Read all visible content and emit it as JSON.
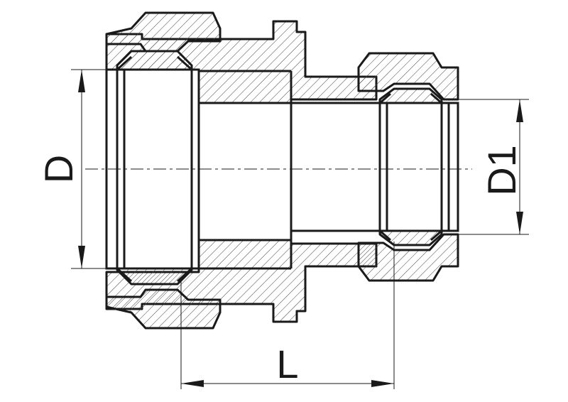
{
  "drawing": {
    "labels": {
      "large_diameter": "D",
      "small_diameter": "D1",
      "length": "L"
    },
    "colors": {
      "line": "#1a1a1a",
      "hatch": "#444444",
      "background": "#ffffff"
    }
  }
}
